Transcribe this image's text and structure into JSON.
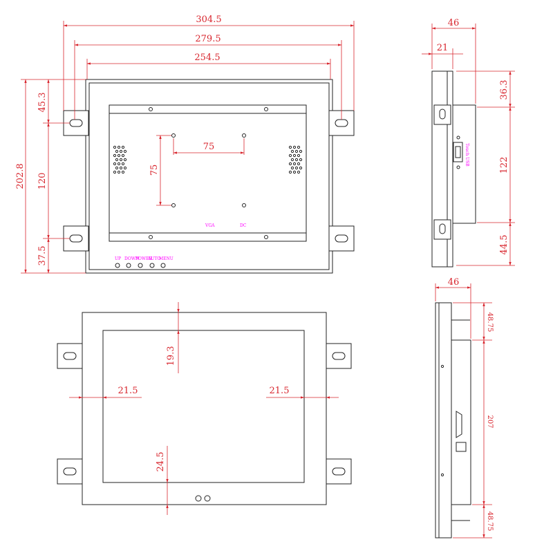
{
  "front": {
    "dims": {
      "w_outer": "304.5",
      "w_mid": "279.5",
      "w_inner": "254.5",
      "h_top": "45.3",
      "h_mid": "120",
      "h_total": "202.8",
      "h_bot": "37.5",
      "vesa_w": "75",
      "vesa_h": "75"
    },
    "ports": {
      "vga": "VGA",
      "dc": "DC"
    },
    "buttons": [
      "UP",
      "DOWN",
      "POWER",
      "AUTO",
      "MENU"
    ]
  },
  "side_top": {
    "dims": {
      "depth": "46",
      "offset": "21",
      "h_top": "36.3",
      "h_mid": "122",
      "h_bot": "44.5"
    },
    "usb_label": "Touch USB"
  },
  "rear": {
    "dims": {
      "top": "19.3",
      "left": "21.5",
      "right": "21.5",
      "bottom": "24.5"
    }
  },
  "side_bottom": {
    "dims": {
      "depth": "46",
      "top": "48.75",
      "mid": "207",
      "bot": "48.75"
    }
  }
}
